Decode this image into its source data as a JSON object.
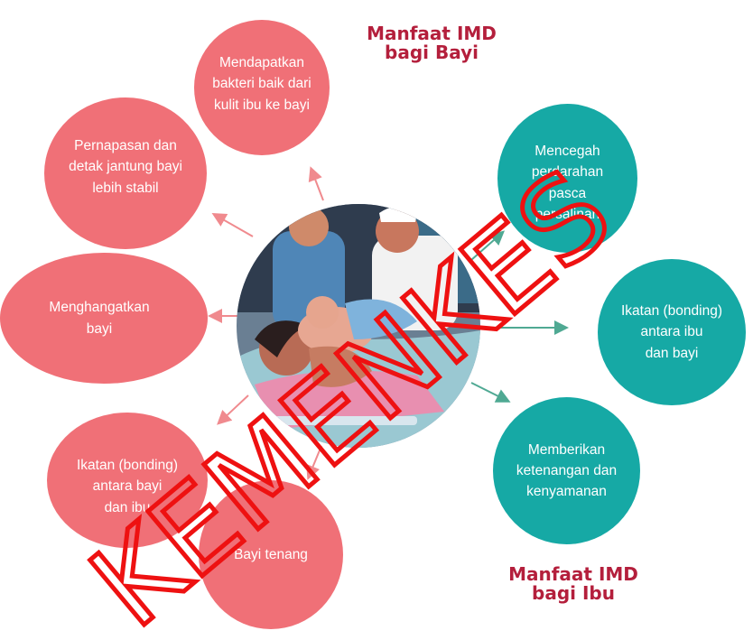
{
  "colors": {
    "baby_benefit": "#f07077",
    "mother_benefit": "#16a9a5",
    "heading": "#b41f3c",
    "watermark": "#ee1111"
  },
  "headings": {
    "baby": "Manfaat IMD\nbagi Bayi",
    "mother": "Manfaat IMD\nbagi Ibu"
  },
  "baby_benefits": [
    "Mendapatkan\nbakteri baik dari\nkulit ibu ke bayi",
    "Pernapasan dan\ndetak jantung bayi\nlebih stabil",
    "Menghangatkan\nbayi",
    "Ikatan (bonding)\nantara bayi\ndan ibu",
    "Bayi tenang"
  ],
  "mother_benefits": [
    "Mencegah\nperdarahan\npasca\npersalinan",
    "Ikatan (bonding)\nantara ibu\ndan bayi",
    "Memberikan\nketenangan dan\nkenyamanan"
  ],
  "watermark_text": "KEMENKES"
}
